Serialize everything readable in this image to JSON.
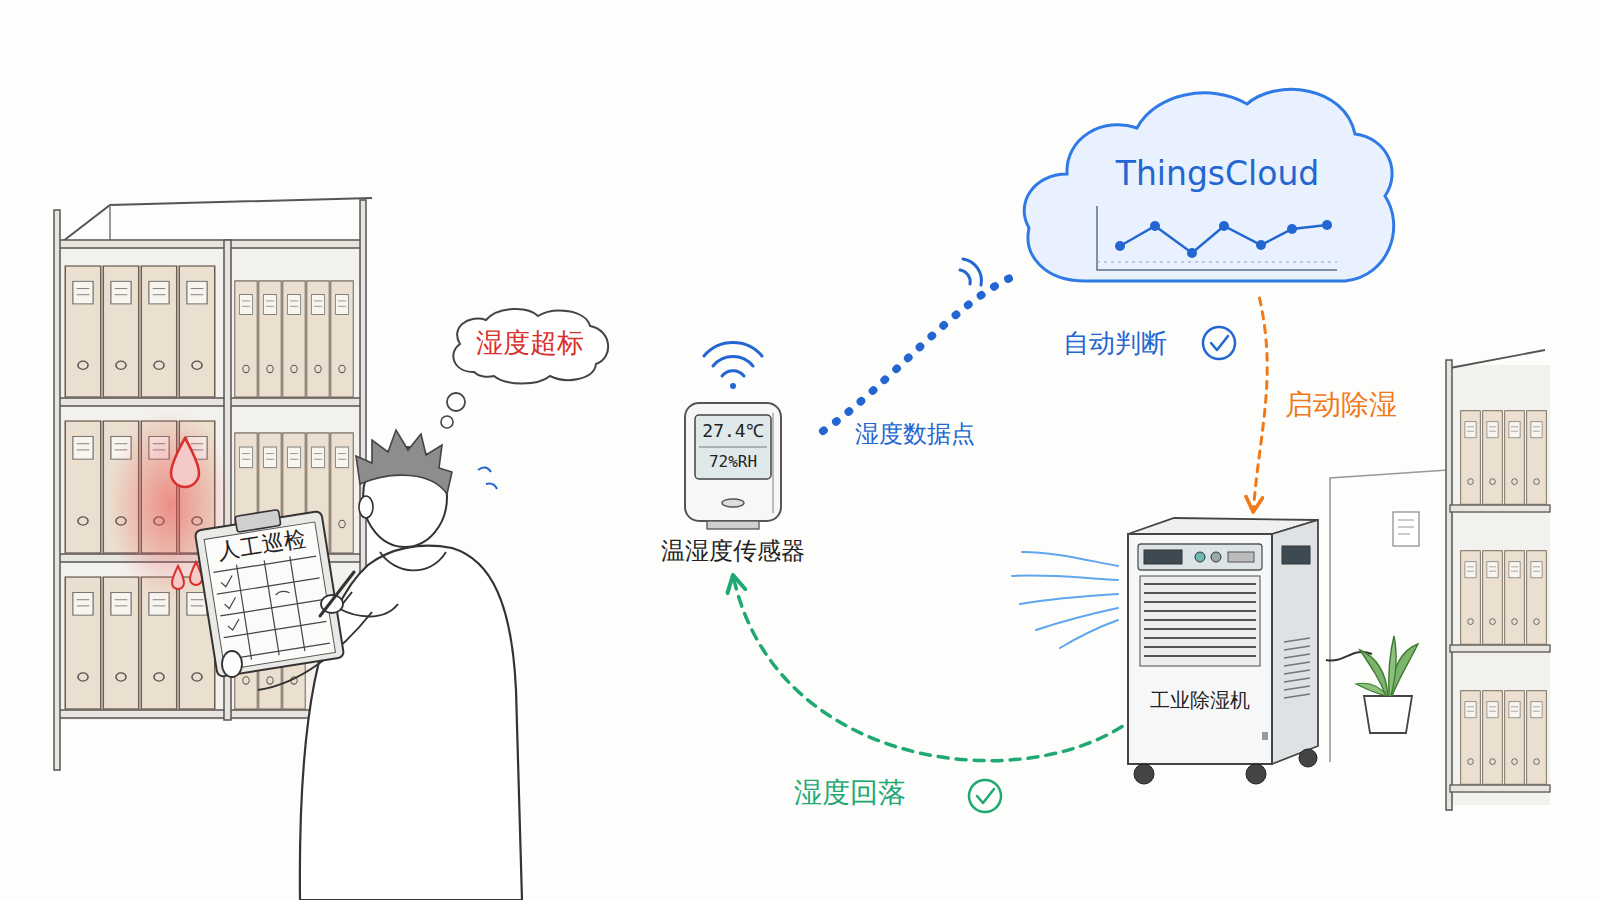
{
  "diagram": {
    "nodes": [
      {
        "text": [
          "湿度超标"
        ]
      },
      {
        "text": [
          "人工巡检"
        ]
      },
      {
        "text": [
          "27.4℃",
          "72%RH",
          "温湿度传感器"
        ]
      },
      {
        "text": [
          "ThingsCloud"
        ]
      },
      {
        "text": [
          "工业除湿机"
        ]
      }
    ],
    "edges": [
      {
        "from": 2,
        "to": 3,
        "arrow": "none",
        "label": "湿度数据点"
      },
      {
        "from": 3,
        "to": 4,
        "arrow": "to",
        "label": "启动除湿"
      },
      {
        "from": 4,
        "to": 2,
        "arrow": "to",
        "label": "湿度回落"
      }
    ],
    "labels": [
      "自动判断"
    ]
  }
}
